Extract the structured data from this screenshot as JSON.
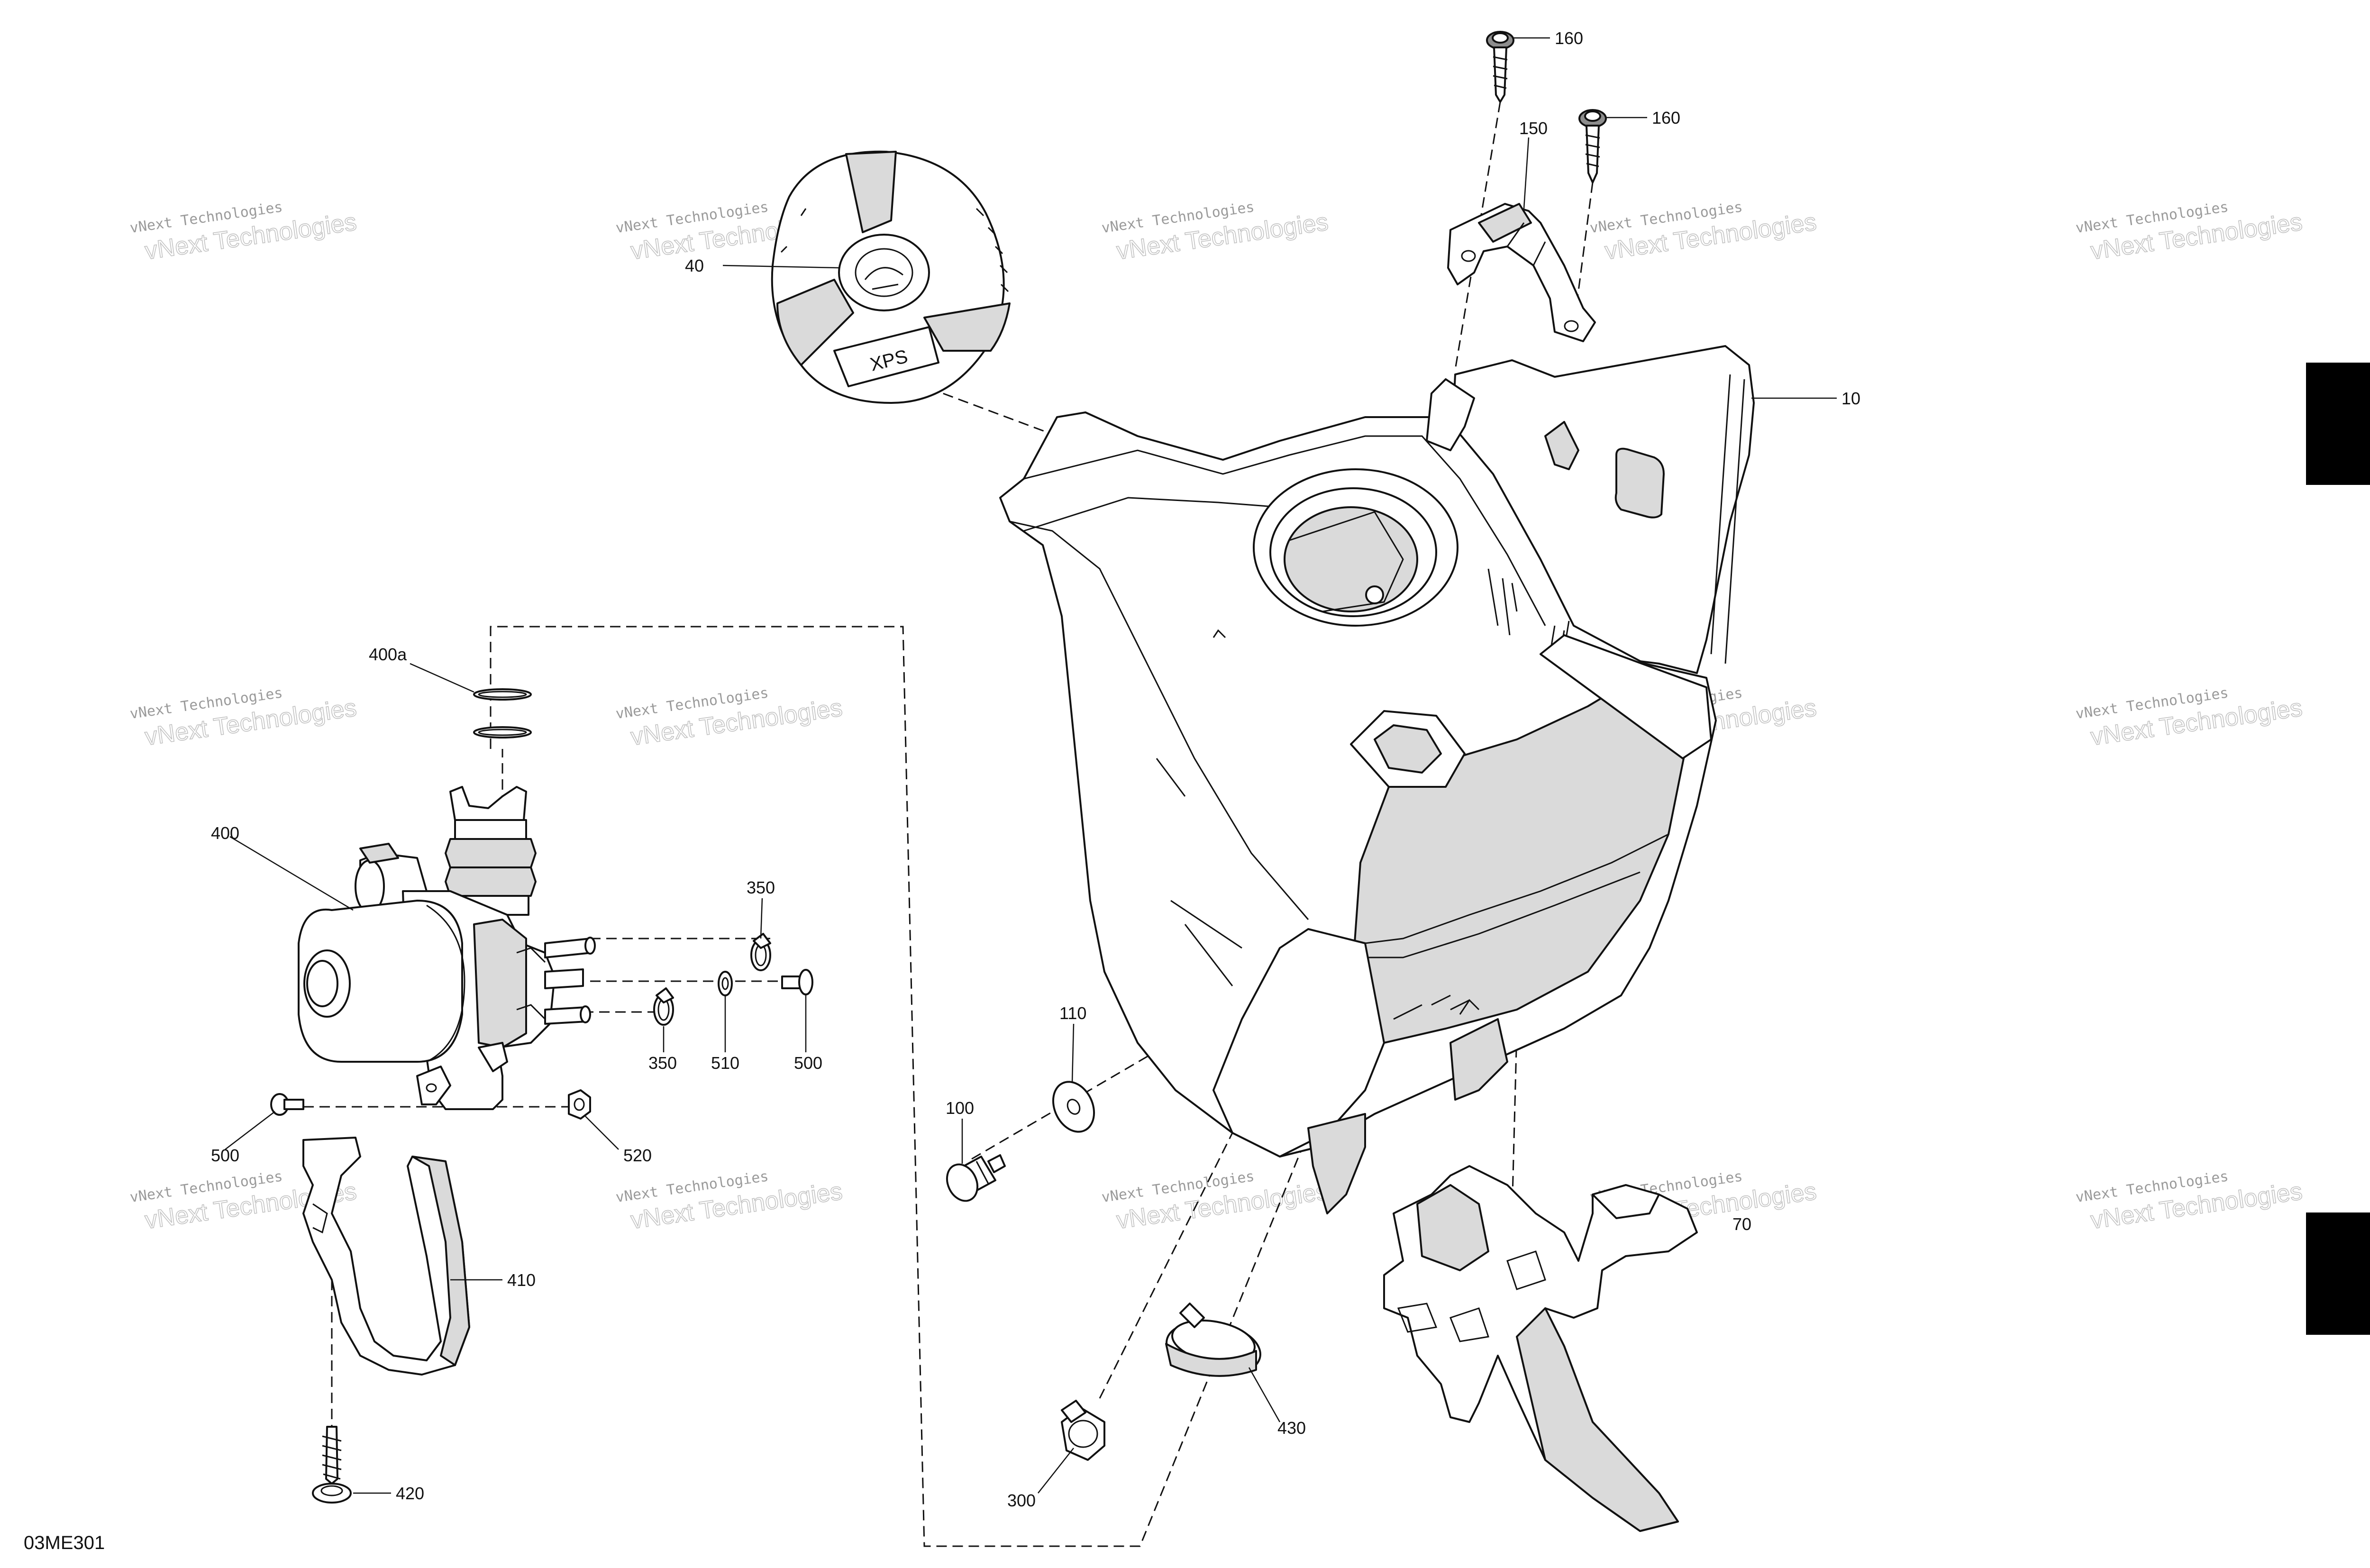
{
  "diagram": {
    "drawing_code": "03ME301",
    "watermark": {
      "line1": "vNext Technologies",
      "line2": "vNext Technologies"
    },
    "callouts": {
      "c160a": "160",
      "c160b": "160",
      "c150": "150",
      "c40": "40",
      "c10": "10",
      "c400a": "400a",
      "c400": "400",
      "c350a": "350",
      "c350b": "350",
      "c510": "510",
      "c500a": "500",
      "c500b": "500",
      "c520": "520",
      "c410": "410",
      "c420": "420",
      "c110": "110",
      "c100": "100",
      "c70": "70",
      "c430": "430",
      "c300": "300"
    },
    "cap_text": "XPS"
  }
}
